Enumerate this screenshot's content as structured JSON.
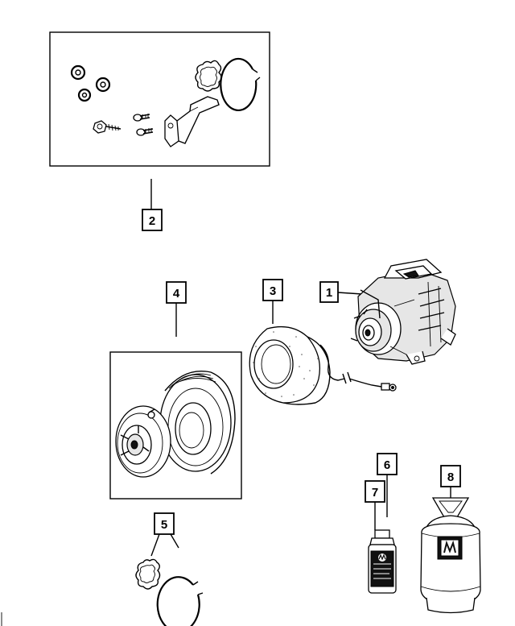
{
  "callouts": {
    "c1": "1",
    "c2": "2",
    "c3": "3",
    "c4": "4",
    "c5": "5",
    "c6": "6",
    "c7": "7",
    "c8": "8"
  },
  "parts": {
    "p1": "compressor",
    "p2": "hardware-kit",
    "p3": "field-coil",
    "p4": "clutch-assembly",
    "p5": "snap-rings",
    "p6": "oil-bottle-label-ref",
    "p7": "oil-bottle",
    "p8": "refrigerant-tank"
  },
  "icons": {
    "logo": "mopar-pentastar-logo"
  }
}
